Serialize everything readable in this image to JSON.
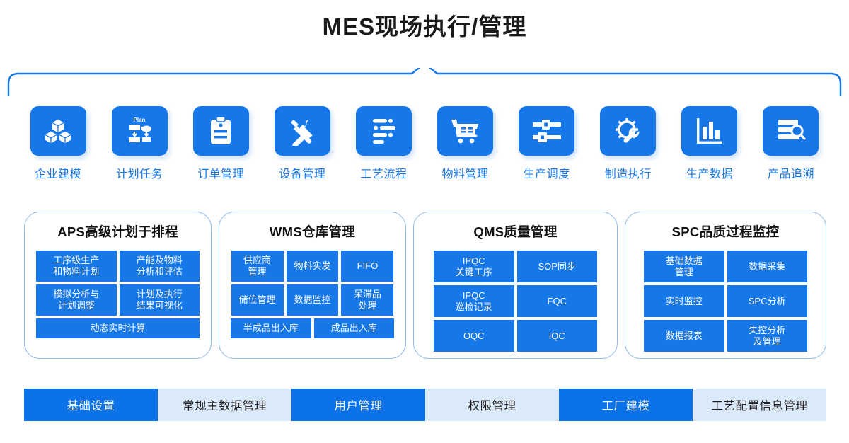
{
  "header": {
    "title": "MES现场执行/管理"
  },
  "theme": {
    "primary_blue": "#1677e8",
    "bar_blue": "#0c72e8",
    "bar_light_blue": "#dbeafb",
    "panel_border": "#8cb8ef",
    "title_color": "#1a1a1a"
  },
  "icon_row": [
    {
      "icon": "cubes-3d-icon",
      "label": "企业建模"
    },
    {
      "icon": "plan-flowchart-icon",
      "label": "计划任务"
    },
    {
      "icon": "clipboard-icon",
      "label": "订单管理"
    },
    {
      "icon": "wrench-screwdriver-icon",
      "label": "设备管理"
    },
    {
      "icon": "process-flow-icon",
      "label": "工艺流程"
    },
    {
      "icon": "shopping-cart-icon",
      "label": "物料管理"
    },
    {
      "icon": "sliders-icon",
      "label": "生产调度"
    },
    {
      "icon": "gear-wrench-icon",
      "label": "制造执行"
    },
    {
      "icon": "bar-chart-icon",
      "label": "生产数据"
    },
    {
      "icon": "document-search-icon",
      "label": "产品追溯"
    }
  ],
  "panels": [
    {
      "title": "APS高级计划于排程",
      "chips": [
        {
          "text": "工序级生产\n和物料计划",
          "span": "half"
        },
        {
          "text": "产能及物料\n分析和评估",
          "span": "half"
        },
        {
          "text": "模拟分析与\n计划调整",
          "span": "half"
        },
        {
          "text": "计划及执行\n结果可视化",
          "span": "half"
        },
        {
          "text": "动态实时计算",
          "span": "full"
        }
      ]
    },
    {
      "title": "WMS仓库管理",
      "chips": [
        {
          "text": "供应商\n管理",
          "span": "third"
        },
        {
          "text": "物料实发",
          "span": "third"
        },
        {
          "text": "FIFO",
          "span": "third"
        },
        {
          "text": "储位管理",
          "span": "third"
        },
        {
          "text": "数据监控",
          "span": "third"
        },
        {
          "text": "呆滞品\n处理",
          "span": "third"
        },
        {
          "text": "半成品出入库",
          "span": "half"
        },
        {
          "text": "成品出入库",
          "span": "half"
        }
      ]
    },
    {
      "title": "QMS质量管理",
      "chips": [
        {
          "text": "IPQC\n关键工序",
          "span": "half"
        },
        {
          "text": "SOP同步",
          "span": "half"
        },
        {
          "text": "IPQC\n巡检记录",
          "span": "half"
        },
        {
          "text": "FQC",
          "span": "half"
        },
        {
          "text": "OQC",
          "span": "half"
        },
        {
          "text": "IQC",
          "span": "half"
        }
      ]
    },
    {
      "title": "SPC品质过程监控",
      "chips": [
        {
          "text": "基础数据\n管理",
          "span": "half"
        },
        {
          "text": "数据采集",
          "span": "half"
        },
        {
          "text": "实时监控",
          "span": "half"
        },
        {
          "text": "SPC分析",
          "span": "half"
        },
        {
          "text": "数据报表",
          "span": "half"
        },
        {
          "text": "失控分析\n及管理",
          "span": "half"
        }
      ]
    }
  ],
  "bottom_bar": [
    {
      "label": "基础设置",
      "state": "on"
    },
    {
      "label": "常规主数据管理",
      "state": "off"
    },
    {
      "label": "用户管理",
      "state": "on"
    },
    {
      "label": "权限管理",
      "state": "off"
    },
    {
      "label": "工厂建模",
      "state": "on"
    },
    {
      "label": "工艺配置信息管理",
      "state": "off"
    }
  ]
}
